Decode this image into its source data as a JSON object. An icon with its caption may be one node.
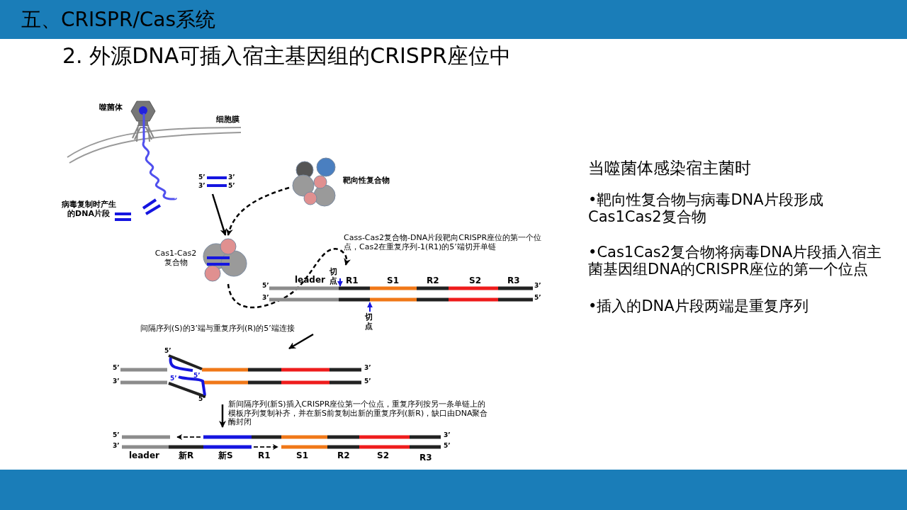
{
  "diagram": {
    "title": "2. 外源DNA可插入宿主基因组的CRISPR座位中",
    "nodes": [
      {
        "text": [
          "5’",
          "3’",
          "3’",
          "5’"
        ]
      },
      {
        "text": [
          "靶向性复合物"
        ]
      },
      {
        "text": [
          "Cas1-Cas2 复合物"
        ]
      },
      {
        "text": [
          "leader",
          "切点",
          "R1",
          "S1",
          "R2",
          "S2",
          "R3",
          "5’",
          "3’",
          "3’",
          "5’",
          "切点"
        ]
      },
      {
        "text": [
          "5’",
          "5’",
          "5’",
          "3’",
          "5’",
          "3’",
          "5’",
          "5’"
        ]
      },
      {
        "text": [
          "5’",
          "3’",
          "3’",
          "5’",
          "leader",
          "新R",
          "新S",
          "R1",
          "S1",
          "R2",
          "S2",
          "R3"
        ]
      }
    ],
    "edges": [
      {
        "from": 0,
        "to": 2,
        "arrow": "to"
      },
      {
        "from": 1,
        "to": 2,
        "arrow": "to",
        "style": "dashed"
      },
      {
        "from": 2,
        "to": 3,
        "arrow": "to",
        "style": "dashed",
        "label": "Cass-Cas2复合物-DNA片段靶向CRISPR座位的第一个位点，Cas2在重复序列-1(R1)的5’端切开单链"
      },
      {
        "from": 3,
        "to": 4,
        "arrow": "to",
        "label": "间隔序列(S)的3’端与重复序列(R)的5’端连接"
      },
      {
        "from": 4,
        "to": 5,
        "arrow": "to",
        "label": "新间隔序列(新S)插入CRISPR座位第一个位点，重复序列按另一条单链上的模板序列复制补齐，并在新S前复制出新的重复序列(新R)，缺口由DNA聚合酶封闭"
      }
    ],
    "labels": [
      "五、CRISPR/Cas系统",
      "噬菌体",
      "细胞膜",
      "病毒复制时产生的DNA片段",
      "当噬菌体感染宿主菌时",
      "•靶向性复合物与病毒DNA片段形成Cas1Cas2复合物",
      "•Cas1Cas2复合物将病毒DNA片段插入宿主菌基因组DNA的CRISPR座位的第一个位点",
      "•插入的DNA片段两端是重复序列"
    ]
  }
}
